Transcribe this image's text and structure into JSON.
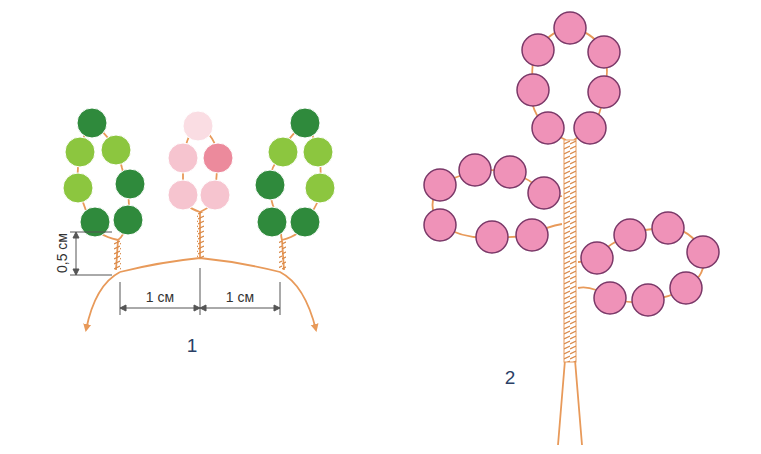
{
  "diagram": {
    "labels": [
      "0,5 см",
      "1 см",
      "1 см",
      "1",
      "2"
    ]
  }
}
